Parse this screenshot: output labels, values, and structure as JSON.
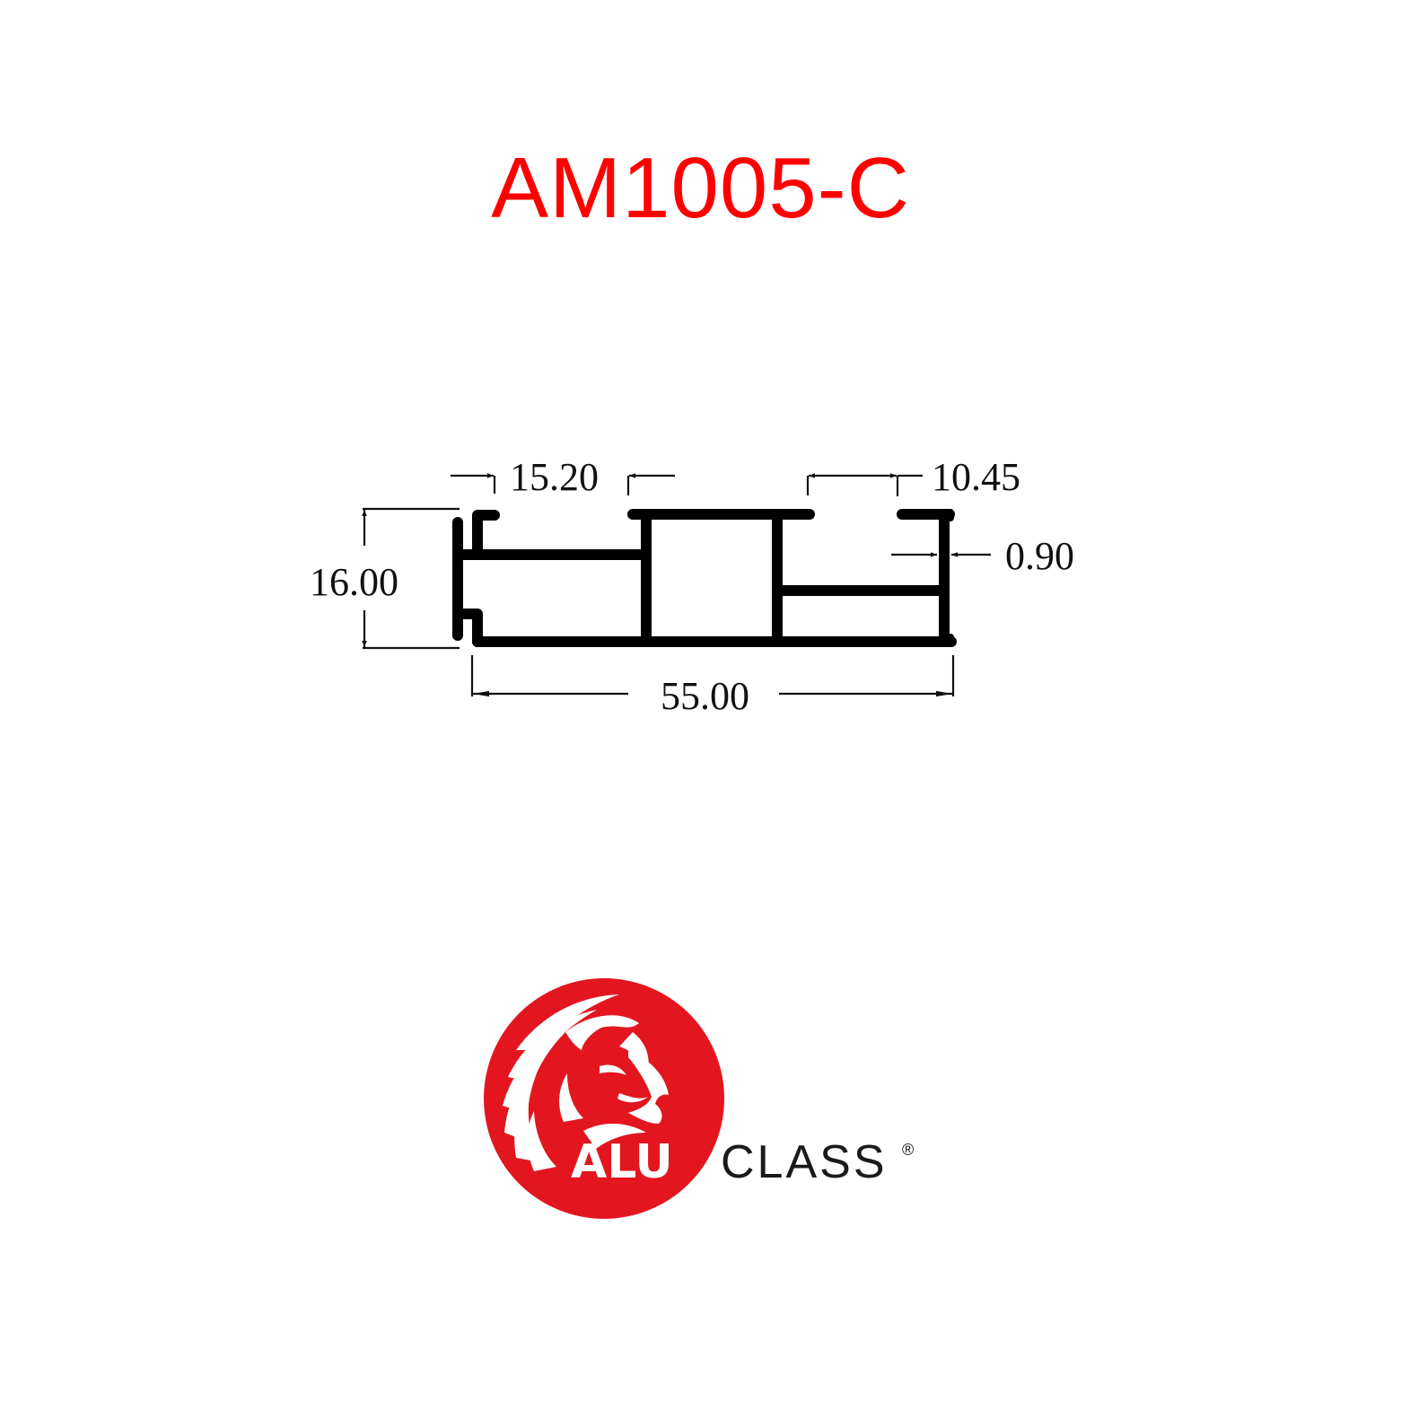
{
  "title": {
    "text": "AM1005-C",
    "color": "#ff0000"
  },
  "profile_drawing": {
    "dimensions": {
      "top_left_opening": "15.20",
      "top_right_opening": "10.45",
      "wall_thickness": "0.90",
      "height": "16.00",
      "width": "55.00"
    },
    "units": "mm",
    "line_color": "#000000"
  },
  "logo": {
    "brand_part1": "ALU",
    "brand_part2": "CLASS",
    "registered_mark": "®",
    "circle_color": "#e3161f",
    "icon": "lion-head-icon"
  }
}
